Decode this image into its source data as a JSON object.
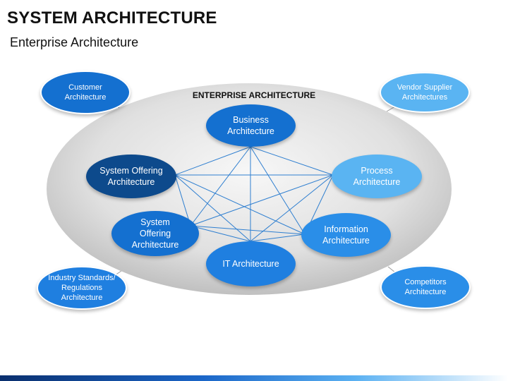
{
  "header": {
    "title": "SYSTEM ARCHITECTURE",
    "subtitle": "Enterprise Architecture"
  },
  "diagram": {
    "enterprise_label": "ENTERPRISE ARCHITECTURE",
    "inner_nodes": {
      "business": "Business Architecture",
      "process": "Process Architecture",
      "information": "Information Architecture",
      "it": "IT Architecture",
      "system_offering_lower": "System Offering Architecture",
      "system_offering_upper": "System Offering Architecture"
    },
    "outer_nodes": {
      "customer": "Customer Architecture",
      "vendor": "Vendor Supplier Architectures",
      "industry": "Industry Standards/ Regulations Architecture",
      "competitors": "Competitors Architecture"
    }
  },
  "colors": {
    "dark_navy": "#0d4a8c",
    "blue": "#1470d0",
    "medium_blue": "#2a8ee8",
    "light_blue": "#5ab4f2",
    "line": "#2f7fd0",
    "ellipse_light": "#f4f4f4",
    "ellipse_dark": "#c2c2c2"
  }
}
